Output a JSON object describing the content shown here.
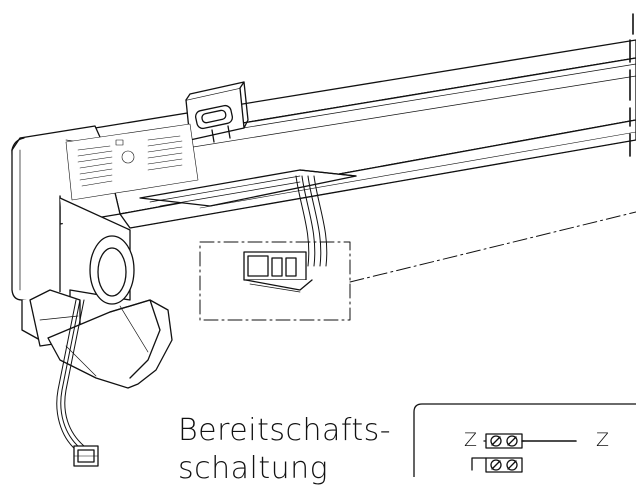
{
  "diagram": {
    "caption_line1": "Bereitschafts-",
    "caption_line2": "schaltung",
    "terminal_left": "Z",
    "terminal_right": "Z",
    "line_color": "#111111",
    "fill_color": "#ffffff"
  }
}
